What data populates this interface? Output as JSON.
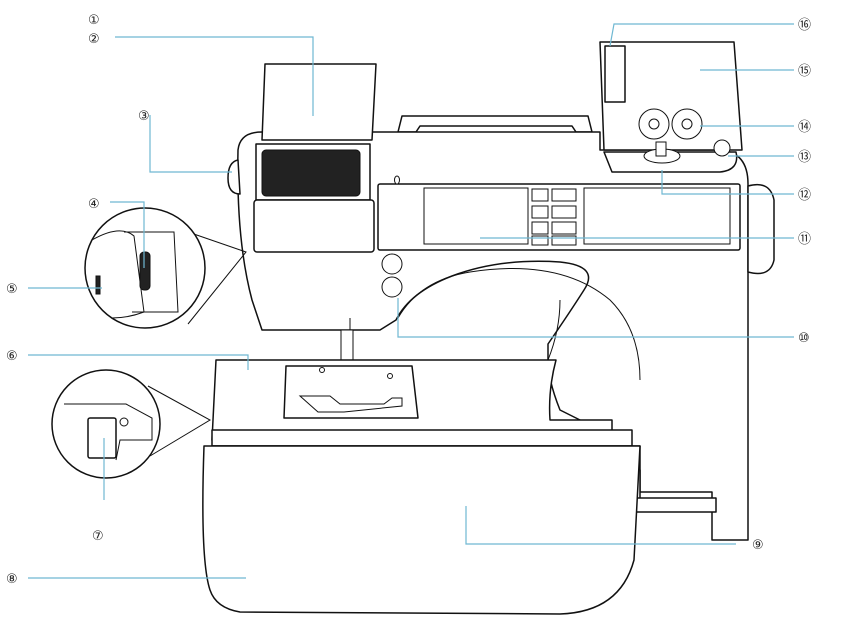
{
  "callouts": [
    {
      "id": 1,
      "label": "①"
    },
    {
      "id": 2,
      "label": "②"
    },
    {
      "id": 3,
      "label": "③"
    },
    {
      "id": 4,
      "label": "④"
    },
    {
      "id": 5,
      "label": "⑤"
    },
    {
      "id": 6,
      "label": "⑥"
    },
    {
      "id": 7,
      "label": "⑦"
    },
    {
      "id": 8,
      "label": "⑧"
    },
    {
      "id": 9,
      "label": "⑨"
    },
    {
      "id": 10,
      "label": "⑩"
    },
    {
      "id": 11,
      "label": "⑪"
    },
    {
      "id": 12,
      "label": "⑫"
    },
    {
      "id": 13,
      "label": "⑬"
    },
    {
      "id": 14,
      "label": "⑭"
    },
    {
      "id": 15,
      "label": "⑮"
    },
    {
      "id": 16,
      "label": "⑯"
    }
  ],
  "colors": {
    "leader": "#6fb8d2",
    "outline": "#111111",
    "background": "#ffffff"
  }
}
